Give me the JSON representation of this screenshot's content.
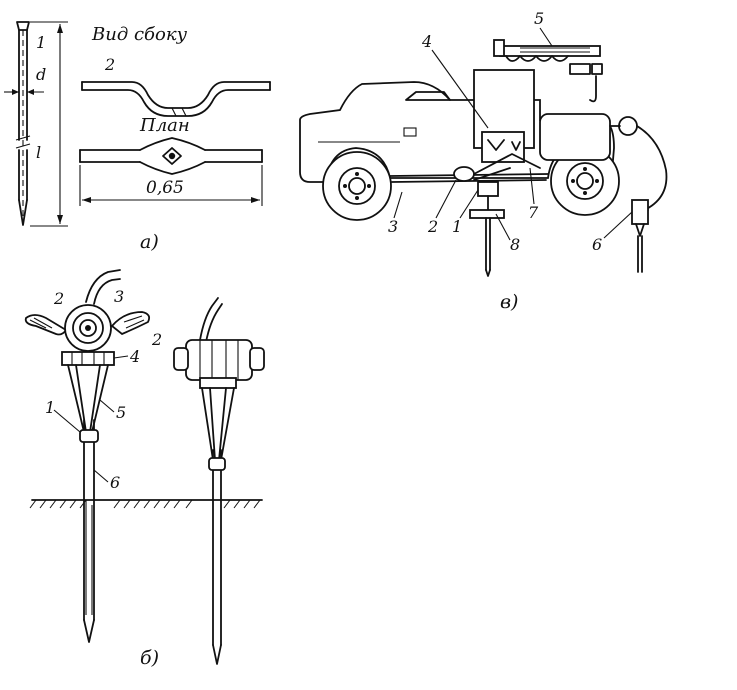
{
  "panel_a": {
    "caption": "а)",
    "side_view_title": "Вид  сбоку",
    "plan_title": "План",
    "dimension_width": "0,65",
    "label_1": "1",
    "label_d": "d",
    "label_l": "l",
    "label_2": "2"
  },
  "panel_b": {
    "caption": "б)",
    "label_1": "1",
    "label_2_left": "2",
    "label_2_right": "2",
    "label_3": "3",
    "label_4": "4",
    "label_5": "5",
    "label_6": "6"
  },
  "panel_v": {
    "caption": "в)",
    "label_1": "1",
    "label_2": "2",
    "label_3": "3",
    "label_4": "4",
    "label_5": "5",
    "label_6": "6",
    "label_7": "7",
    "label_8": "8"
  }
}
